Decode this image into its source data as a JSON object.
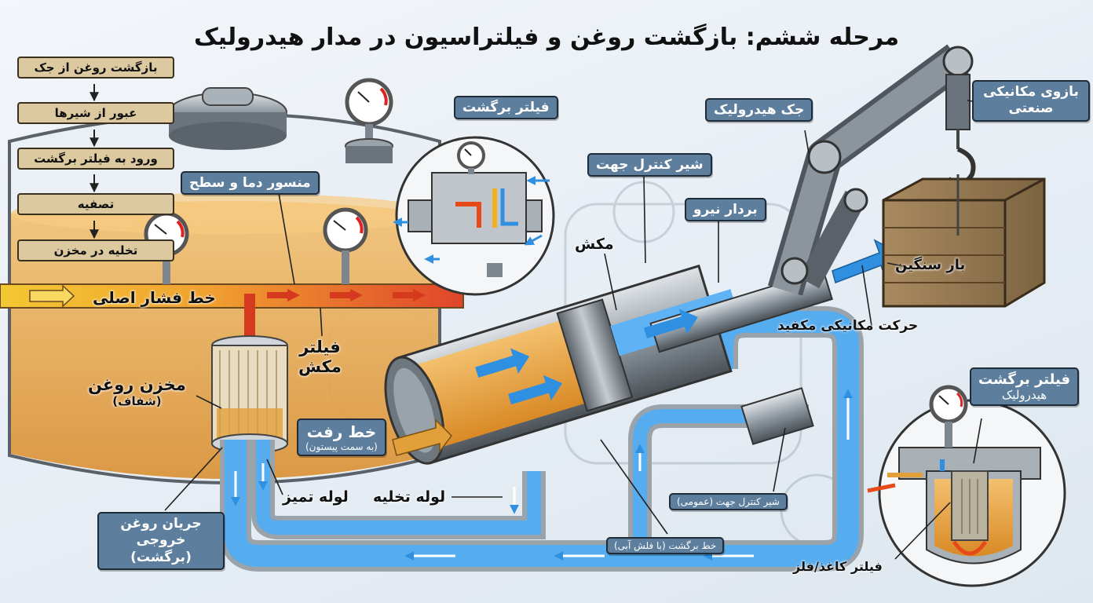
{
  "title": "مرحله ششم: بازگشت روغن و فیلتراسیون در مدار هیدرولیک",
  "flowchart": [
    "بازگشت روغن از جک",
    "عبور از شیرها",
    "ورود به فیلتر برگشت",
    "تصفیه",
    "تخلیه در مخزن"
  ],
  "labels": {
    "sensor": "منسور دما و سطح",
    "main_pressure_line": "خط فشار اصلی",
    "tank": "مخزن روغن",
    "tank_sub": "(شفاف)",
    "suction_filter_1": "فیلتر",
    "suction_filter_2": "مکش",
    "outlet_flow": "جریان روغن",
    "outlet_flow_sub": "خروجی (برگشت)",
    "clean_pipe": "لوله تمیز",
    "drain_pipe": "لوله تخلیه",
    "supply_line": "خط رفت",
    "supply_line_sub": "(به سمت پیستون)",
    "return_filter_top": "فیلتر برگشت",
    "dir_valve": "شیر کنترل جهت",
    "piston": "مکش",
    "force_vector": "بردار نیرو",
    "jack": "جک هیدرولیک",
    "arm": "بازوی مکانیکی صنعتی",
    "load": "بار سنگین",
    "mech_motion": "حرکت مکانیکی مکفید",
    "return_filter_big": "فیلتر برگشت",
    "return_filter_big_sub": "هیدرولیک",
    "dir_valve_general": "شیر کنترل جهت (عمومی)",
    "return_line": "خط برگشت (با فلش آبی)",
    "paper_metal_filter": "فیلتر کاغذ/فلز"
  },
  "colors": {
    "label_bg": "#5d7e9c",
    "oil": "#e2a03a",
    "pressure": "#e64a19",
    "return_flow": "#2f8fe0",
    "flow_box": "#dcc9a0",
    "main_line": "#f2c832"
  },
  "icons": [
    "pressure-gauge-icon",
    "flow-arrow-icon",
    "direction-valve-icon",
    "filter-cartridge-icon",
    "crate-icon",
    "hook-icon"
  ]
}
